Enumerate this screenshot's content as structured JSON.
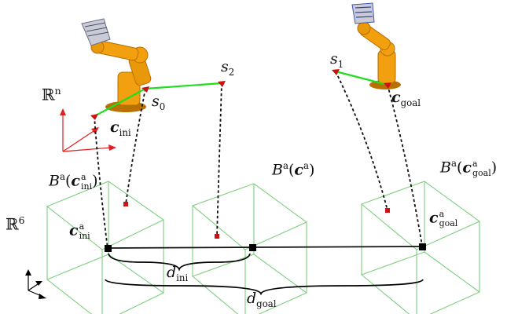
{
  "labels": {
    "space_rn": {
      "base": "ℝ",
      "sup": "n"
    },
    "space_r6": {
      "base": "ℝ",
      "sup": "6"
    },
    "s0": {
      "base": "s",
      "sub": "0"
    },
    "s1": {
      "base": "s",
      "sub": "1"
    },
    "s2": {
      "base": "s",
      "sub": "2"
    },
    "c_ini": {
      "base": "c",
      "sub": "ini"
    },
    "c_goal": {
      "base": "c",
      "sub": "goal"
    },
    "ca_ini": {
      "base": "c",
      "sup": "a",
      "sub": "ini"
    },
    "ca_goal": {
      "base": "c",
      "sup": "a",
      "sub": "goal"
    },
    "box_ini": {
      "pre": "B",
      "sup": "a",
      "open": "(",
      "c": "c",
      "c_sup": "a",
      "c_sub": "ini",
      "close": ")"
    },
    "box_mid": {
      "pre": "B",
      "sup": "a",
      "open": "(",
      "c": "c",
      "c_sup": "a",
      "close": ")"
    },
    "box_goal": {
      "pre": "B",
      "sup": "a",
      "open": "(",
      "c": "c",
      "c_sup": "a",
      "c_sub": "goal",
      "close": ")"
    },
    "d_ini": {
      "base": "d",
      "sub": "ini"
    },
    "d_goal": {
      "base": "d",
      "sub": "goal"
    }
  },
  "colors": {
    "green_path": "#22dd22",
    "cube_edge": "#7fcf7f",
    "red_point": "#cc1111",
    "robot_orange": "#f2a010",
    "robot_dark": "#c87a00",
    "axes_red": "#e02020",
    "black": "#000000"
  }
}
